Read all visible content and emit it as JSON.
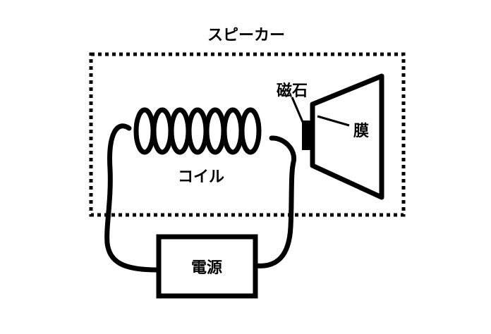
{
  "labels": {
    "speaker": "スピーカー",
    "magnet": "磁石",
    "membrane": "膜",
    "coil": "コイル",
    "power_source": "電源"
  },
  "colors": {
    "ink": "#000000",
    "background": "#ffffff"
  }
}
